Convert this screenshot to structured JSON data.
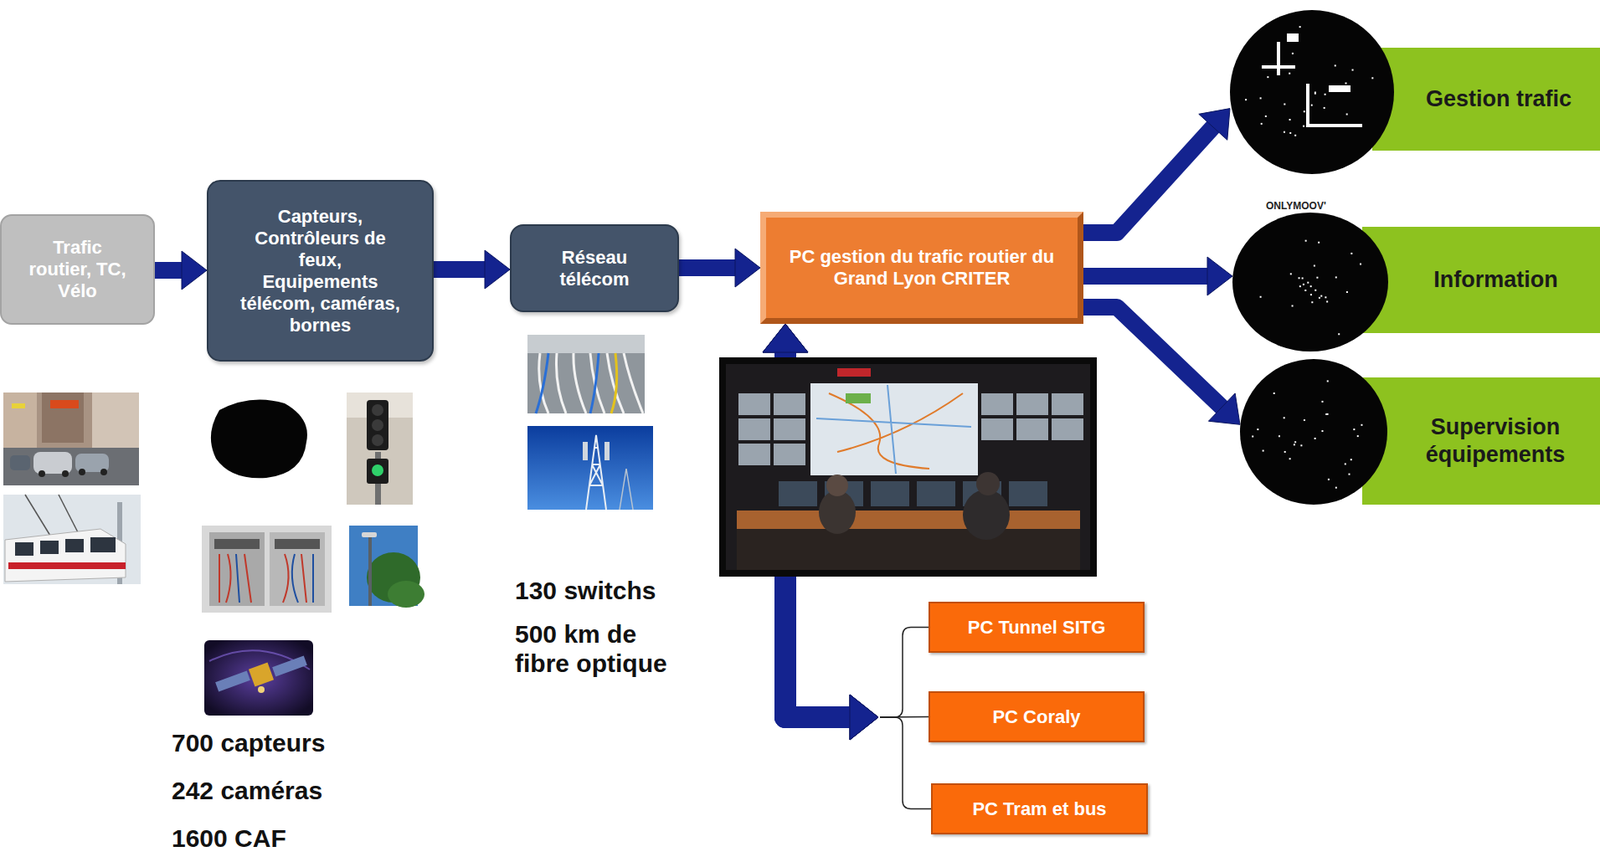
{
  "diagram": {
    "nodes": [
      {
        "text": [
          "Trafic routier, TC, Vélo"
        ]
      },
      {
        "text": [
          "Capteurs, Contrôleurs de feux, Equipements télécom, caméras, bornes"
        ]
      },
      {
        "text": [
          "Réseau télécom"
        ]
      },
      {
        "text": [
          "PC gestion du trafic routier du Grand Lyon CRITER"
        ]
      },
      {
        "text": [
          "Gestion trafic"
        ]
      },
      {
        "text": [
          "Information"
        ]
      },
      {
        "text": [
          "Supervision équipements"
        ]
      },
      {
        "text": [
          "PC Tunnel SITG"
        ]
      },
      {
        "text": [
          "PC Coraly"
        ]
      },
      {
        "text": [
          "PC Tram et bus"
        ]
      }
    ],
    "edges": [
      {
        "from": 0,
        "to": 1,
        "arrow": "to"
      },
      {
        "from": 1,
        "to": 2,
        "arrow": "to"
      },
      {
        "from": 2,
        "to": 3,
        "arrow": "to"
      },
      {
        "from": 3,
        "to": 4,
        "arrow": "to"
      },
      {
        "from": 3,
        "to": 5,
        "arrow": "to"
      },
      {
        "from": 3,
        "to": 6,
        "arrow": "to"
      },
      {
        "from": 3,
        "to": 7,
        "arrow": "both"
      },
      {
        "from": 3,
        "to": 8,
        "arrow": "both"
      },
      {
        "from": 3,
        "to": 9,
        "arrow": "both"
      }
    ],
    "labels": [
      "700 capteurs",
      "242 caméras",
      "1600 CAF",
      "130 switchs",
      "500 km de fibre optique",
      "ONLYMOOV'"
    ]
  }
}
